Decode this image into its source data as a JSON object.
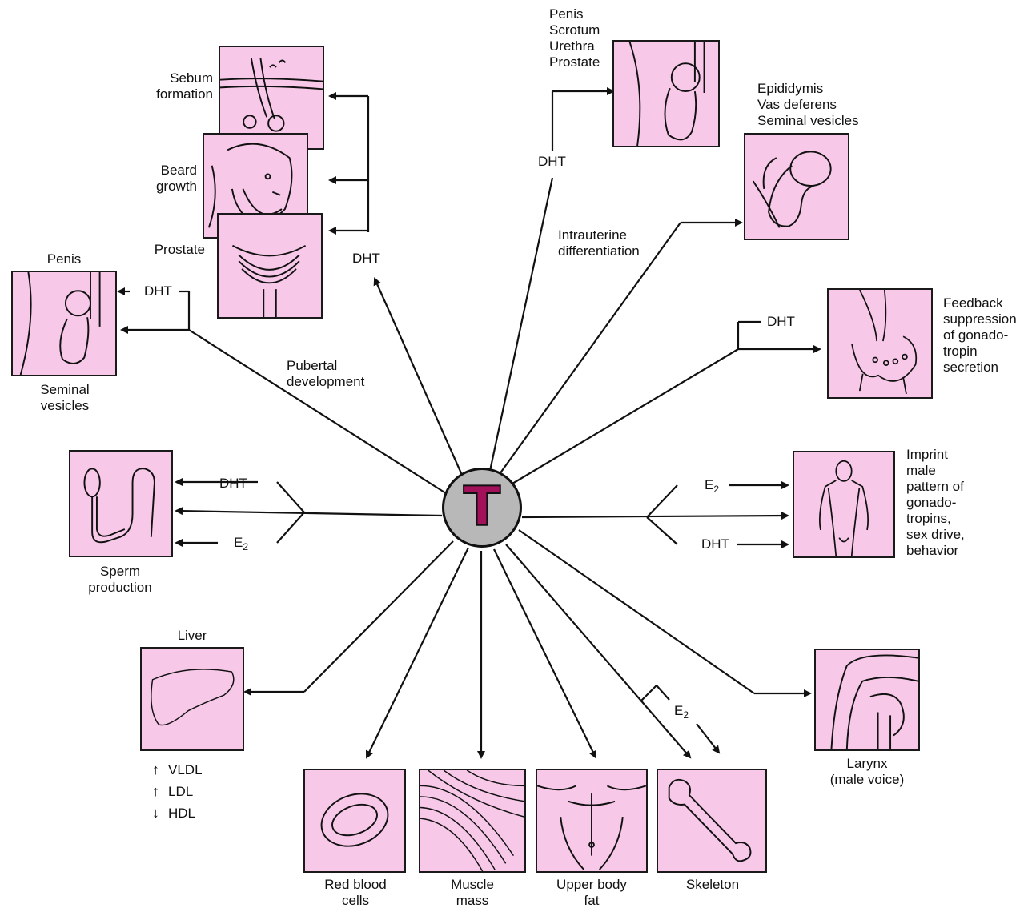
{
  "hub": {
    "symbol": "T"
  },
  "labels": {
    "sebum": "Sebum\nformation",
    "beard": "Beard\ngrowth",
    "prostate_left": "Prostate",
    "penis_left": "Penis",
    "seminal_vesicles": "Seminal\nvesicles",
    "sperm": "Sperm\nproduction",
    "liver": "Liver",
    "red_blood": "Red blood\ncells",
    "muscle": "Muscle\nmass",
    "upper_fat": "Upper body\nfat",
    "skeleton": "Skeleton",
    "larynx": "Larynx\n(male voice)",
    "imprint": "Imprint\nmale\npattern of\ngonado-\ntropins,\nsex drive,\nbehavior",
    "feedback": "Feedback\nsuppression\nof gonado-\ntropin\nsecretion",
    "epididymis": "Epididymis\nVas deferens\nSeminal vesicles",
    "penis_top": "Penis\nScrotum\nUrethra\nProstate"
  },
  "pathways": {
    "pubertal": "Pubertal\ndevelopment",
    "intrauterine": "Intrauterine\ndifferentiation"
  },
  "mediators": {
    "dht": "DHT",
    "e": "E",
    "e_sub": "2"
  },
  "lipids": [
    {
      "arrow": "up",
      "label": "VLDL"
    },
    {
      "arrow": "up",
      "label": "LDL"
    },
    {
      "arrow": "down",
      "label": "HDL"
    }
  ]
}
